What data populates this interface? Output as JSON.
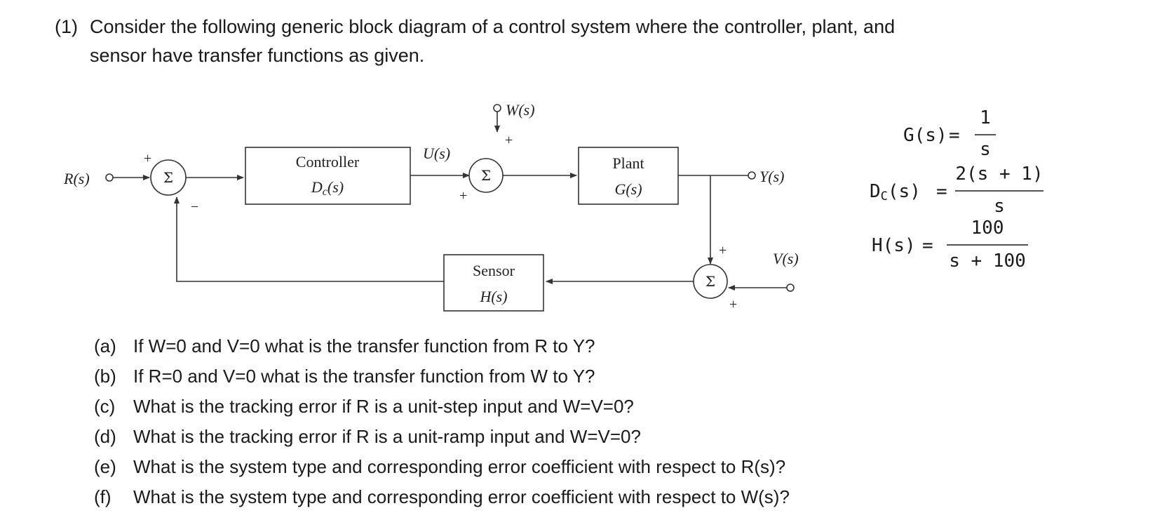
{
  "problem": {
    "number": "(1)",
    "line1": "Consider the following generic block diagram of a control system where the controller, plant, and",
    "line2": "sensor have transfer functions as given."
  },
  "diagram": {
    "input_label": "R(s)",
    "disturbance_label": "W(s)",
    "output_label": "Y(s)",
    "noise_label": "V(s)",
    "control_label": "U(s)",
    "sum_symbol": "Σ",
    "signs": {
      "sum1_plus": "+",
      "sum1_minus": "−",
      "sum2_top_plus": "+",
      "sum2_left_plus": "+",
      "sum3_top_plus": "+",
      "sum3_bottom_plus": "+"
    },
    "blocks": {
      "controller_title": "Controller",
      "controller_tf": "D",
      "controller_tf_sub": "c",
      "controller_tf_arg": "(s)",
      "plant_title": "Plant",
      "plant_tf": "G(s)",
      "sensor_title": "Sensor",
      "sensor_tf": "H(s)"
    }
  },
  "equations": {
    "g_lhs": "G(s)",
    "g_num": "1",
    "g_den": "s",
    "dc_lhs": "D",
    "dc_sub": "C",
    "dc_arg": "(s)",
    "dc_num": "2(s + 1)",
    "dc_den": "s",
    "h_lhs": "H(s)",
    "h_num": "100",
    "h_den": "s + 100",
    "equals": "="
  },
  "questions": [
    {
      "letter": "(a)",
      "text": "If W=0 and V=0 what is the transfer function from R to Y?"
    },
    {
      "letter": "(b)",
      "text": "If R=0 and V=0 what is the transfer function from W to Y?"
    },
    {
      "letter": "(c)",
      "text": "What is the tracking error if R is a unit-step input and W=V=0?"
    },
    {
      "letter": "(d)",
      "text": "What is the tracking error if R is a unit-ramp input and W=V=0?"
    },
    {
      "letter": "(e)",
      "text": "What is the system type and corresponding error coefficient with respect to R(s)?"
    },
    {
      "letter": "(f)",
      "text": "What is the system type and corresponding error coefficient with respect to W(s)?"
    }
  ]
}
